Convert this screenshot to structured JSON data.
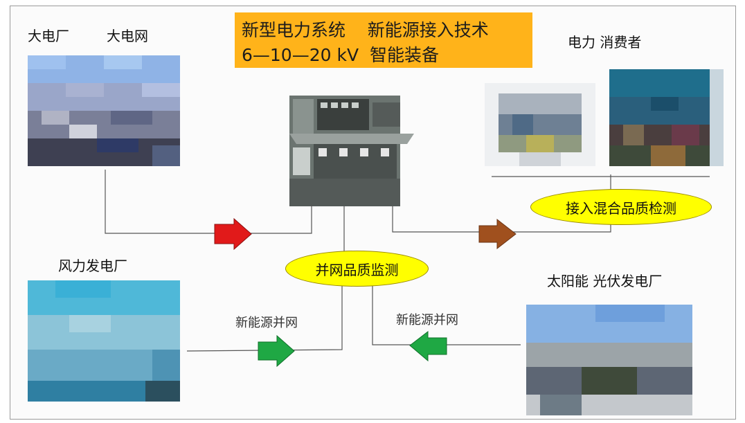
{
  "title": {
    "line1": "新型电力系统    新能源接入技术",
    "line2": "6—10—20 kV  智能装备"
  },
  "labels": {
    "big_plant": "大电厂",
    "big_grid": "大电网",
    "consumers": "电力 消费者",
    "wind_plant": "风力发电厂",
    "solar_plant": "太阳能 光伏发电厂",
    "new_energy_grid_left": "新能源并网",
    "new_energy_grid_right": "新能源并网"
  },
  "ellipses": {
    "access_quality": "接入混合品质检测",
    "grid_quality": "并网品质监测"
  },
  "colors": {
    "title_bg": "#ffb31a",
    "ellipse_bg": "#ffff00",
    "arrow_red": "#e11a1a",
    "arrow_brown": "#a0501e",
    "arrow_green": "#1fa844",
    "line": "#555555"
  }
}
